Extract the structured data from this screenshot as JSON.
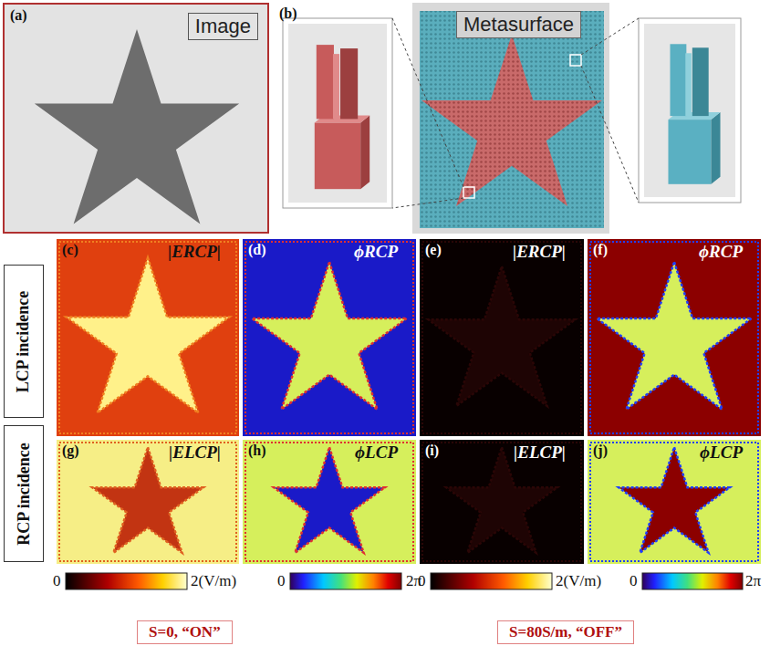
{
  "diagram": {
    "nodes": [
      {
        "text": [
          "(a)"
        ]
      },
      {
        "text": [
          "Image"
        ],
        "in": 0
      },
      {
        "text": [
          "(b)"
        ]
      },
      {
        "text": [
          "Metasurface"
        ],
        "in": 2
      },
      {
        "text": [
          "(c)",
          "|ERCP|"
        ]
      },
      {
        "text": [
          "(d)",
          "ϕRCP"
        ]
      },
      {
        "text": [
          "(e)",
          "|ERCP|"
        ]
      },
      {
        "text": [
          "(f)",
          "ϕRCP"
        ]
      },
      {
        "text": [
          "(g)",
          "|ELCP|"
        ]
      },
      {
        "text": [
          "(h)",
          "ϕLCP"
        ]
      },
      {
        "text": [
          "(i)",
          "|ELCP|"
        ]
      },
      {
        "text": [
          "(j)",
          "ϕLCP"
        ]
      },
      {
        "text": [
          "LCP incidence"
        ]
      },
      {
        "text": [
          "RCP incidence"
        ]
      },
      {
        "text": [
          "S=0, “ON”"
        ]
      },
      {
        "text": [
          "S=80S/m, “OFF”"
        ]
      }
    ],
    "labels": [
      "0",
      "2(V/m)",
      "0",
      "2π",
      "0",
      "2(V/m)",
      "0",
      "2π"
    ]
  }
}
